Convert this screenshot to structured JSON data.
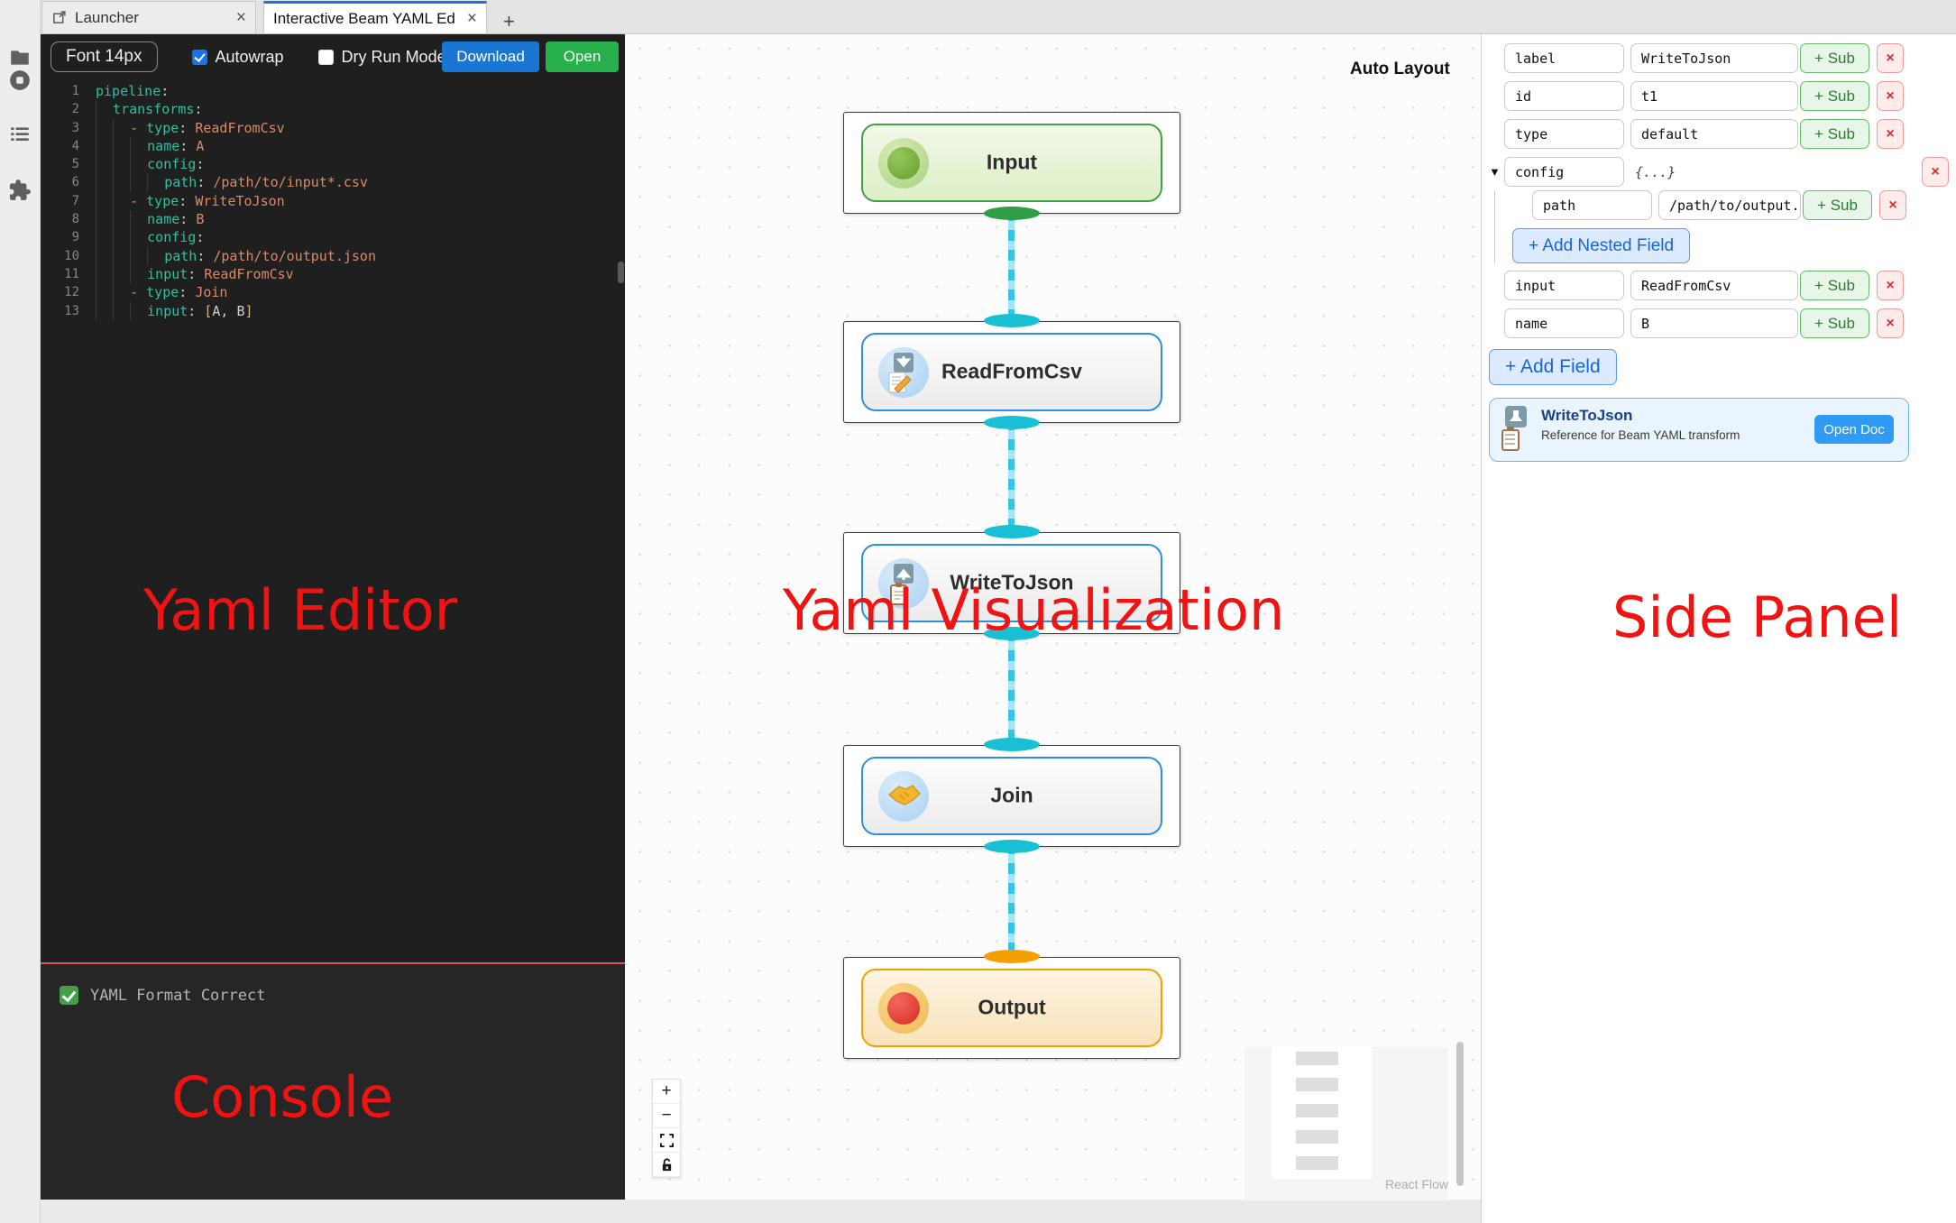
{
  "tab_bar": {
    "tabs": [
      {
        "label": "Launcher",
        "close_label": "×"
      },
      {
        "label": "Interactive Beam YAML Edit",
        "close_label": "×"
      }
    ],
    "new_tab_label": "+"
  },
  "activity_bar": {
    "icons": [
      "file-browser",
      "running-kernels",
      "table-of-contents",
      "extensions"
    ]
  },
  "editor": {
    "toolbar": {
      "font_button": "Font 14px",
      "autowrap_label": "Autowrap",
      "autowrap_checked": true,
      "dry_run_label": "Dry Run Mode",
      "dry_run_checked": false,
      "download_button": "Download",
      "open_button": "Open"
    },
    "lines": [
      {
        "num": "1",
        "guides": 0,
        "segments": [
          [
            "key",
            "pipeline"
          ],
          [
            "punct",
            ":"
          ]
        ]
      },
      {
        "num": "2",
        "guides": 1,
        "segments": [
          [
            "key",
            "transforms"
          ],
          [
            "punct",
            ":"
          ]
        ]
      },
      {
        "num": "3",
        "guides": 2,
        "segments": [
          [
            "val",
            "- "
          ],
          [
            "key",
            "type"
          ],
          [
            "punct",
            ": "
          ],
          [
            "val",
            "ReadFromCsv"
          ]
        ]
      },
      {
        "num": "4",
        "guides": 3,
        "segments": [
          [
            "key",
            "name"
          ],
          [
            "punct",
            ": "
          ],
          [
            "val",
            "A"
          ]
        ]
      },
      {
        "num": "5",
        "guides": 3,
        "segments": [
          [
            "key",
            "config"
          ],
          [
            "punct",
            ":"
          ]
        ]
      },
      {
        "num": "6",
        "guides": 4,
        "segments": [
          [
            "key",
            "path"
          ],
          [
            "punct",
            ": "
          ],
          [
            "val",
            "/path/to/input*.csv"
          ]
        ]
      },
      {
        "num": "7",
        "guides": 2,
        "segments": [
          [
            "val",
            "- "
          ],
          [
            "key",
            "type"
          ],
          [
            "punct",
            ": "
          ],
          [
            "val",
            "WriteToJson"
          ]
        ]
      },
      {
        "num": "8",
        "guides": 3,
        "segments": [
          [
            "key",
            "name"
          ],
          [
            "punct",
            ": "
          ],
          [
            "val",
            "B"
          ]
        ]
      },
      {
        "num": "9",
        "guides": 3,
        "segments": [
          [
            "key",
            "config"
          ],
          [
            "punct",
            ":"
          ]
        ]
      },
      {
        "num": "10",
        "guides": 4,
        "segments": [
          [
            "key",
            "path"
          ],
          [
            "punct",
            ": "
          ],
          [
            "val",
            "/path/to/output.json"
          ]
        ]
      },
      {
        "num": "11",
        "guides": 3,
        "segments": [
          [
            "key",
            "input"
          ],
          [
            "punct",
            ": "
          ],
          [
            "val",
            "ReadFromCsv"
          ]
        ]
      },
      {
        "num": "12",
        "guides": 2,
        "segments": [
          [
            "val",
            "- "
          ],
          [
            "key",
            "type"
          ],
          [
            "punct",
            ": "
          ],
          [
            "val",
            "Join"
          ]
        ]
      },
      {
        "num": "13",
        "guides": 3,
        "segments": [
          [
            "key",
            "input"
          ],
          [
            "punct",
            ": "
          ],
          [
            "bracket",
            "["
          ],
          [
            "punct",
            "A, B"
          ],
          [
            "bracket",
            "]"
          ]
        ]
      }
    ]
  },
  "console": {
    "status_text": "YAML Format Correct"
  },
  "canvas": {
    "auto_layout_label": "Auto Layout",
    "nodes": [
      {
        "label": "Input",
        "kind": "input",
        "icon": "green-dot-icon"
      },
      {
        "label": "ReadFromCsv",
        "kind": "transform",
        "icon": "download-memo-icon"
      },
      {
        "label": "WriteToJson",
        "kind": "transform",
        "icon": "upload-clipboard-icon"
      },
      {
        "label": "Join",
        "kind": "transform",
        "icon": "handshake-icon"
      },
      {
        "label": "Output",
        "kind": "output",
        "icon": "red-dot-icon"
      }
    ],
    "controls": [
      "zoom-in",
      "zoom-out",
      "fit-view",
      "lock"
    ],
    "attribution": "React Flow"
  },
  "side_panel": {
    "sub_label": "+ Sub",
    "remove_label": "×",
    "fields_top": [
      {
        "key": "label",
        "value": "WriteToJson"
      },
      {
        "key": "id",
        "value": "t1"
      },
      {
        "key": "type",
        "value": "default"
      }
    ],
    "config_row": {
      "caret": "▼",
      "key": "config",
      "badge": "{...}"
    },
    "nested_fields": [
      {
        "key": "path",
        "value": "/path/to/output.json"
      }
    ],
    "add_nested_label": "+ Add Nested Field",
    "fields_bottom": [
      {
        "key": "input",
        "value": "ReadFromCsv"
      },
      {
        "key": "name",
        "value": "B"
      }
    ],
    "add_field_label": "+ Add Field",
    "doc_card": {
      "title": "WriteToJson",
      "subtitle": "Reference for Beam YAML transform",
      "button": "Open Doc"
    }
  },
  "annotations": {
    "editor": "Yaml Editor",
    "visualization": "Yaml Visualization",
    "panel": "Side Panel",
    "console": "Console"
  },
  "colors": {
    "accent_blue": "#1976d2",
    "accent_green": "#28b04c",
    "node_blue_border": "#2e8fdf",
    "node_green_border": "#43a047",
    "node_orange_border": "#f59f00",
    "edge_cyan": "#35c3e8",
    "annotation_red": "#f11212",
    "console_divider_red": "#d9534f"
  }
}
